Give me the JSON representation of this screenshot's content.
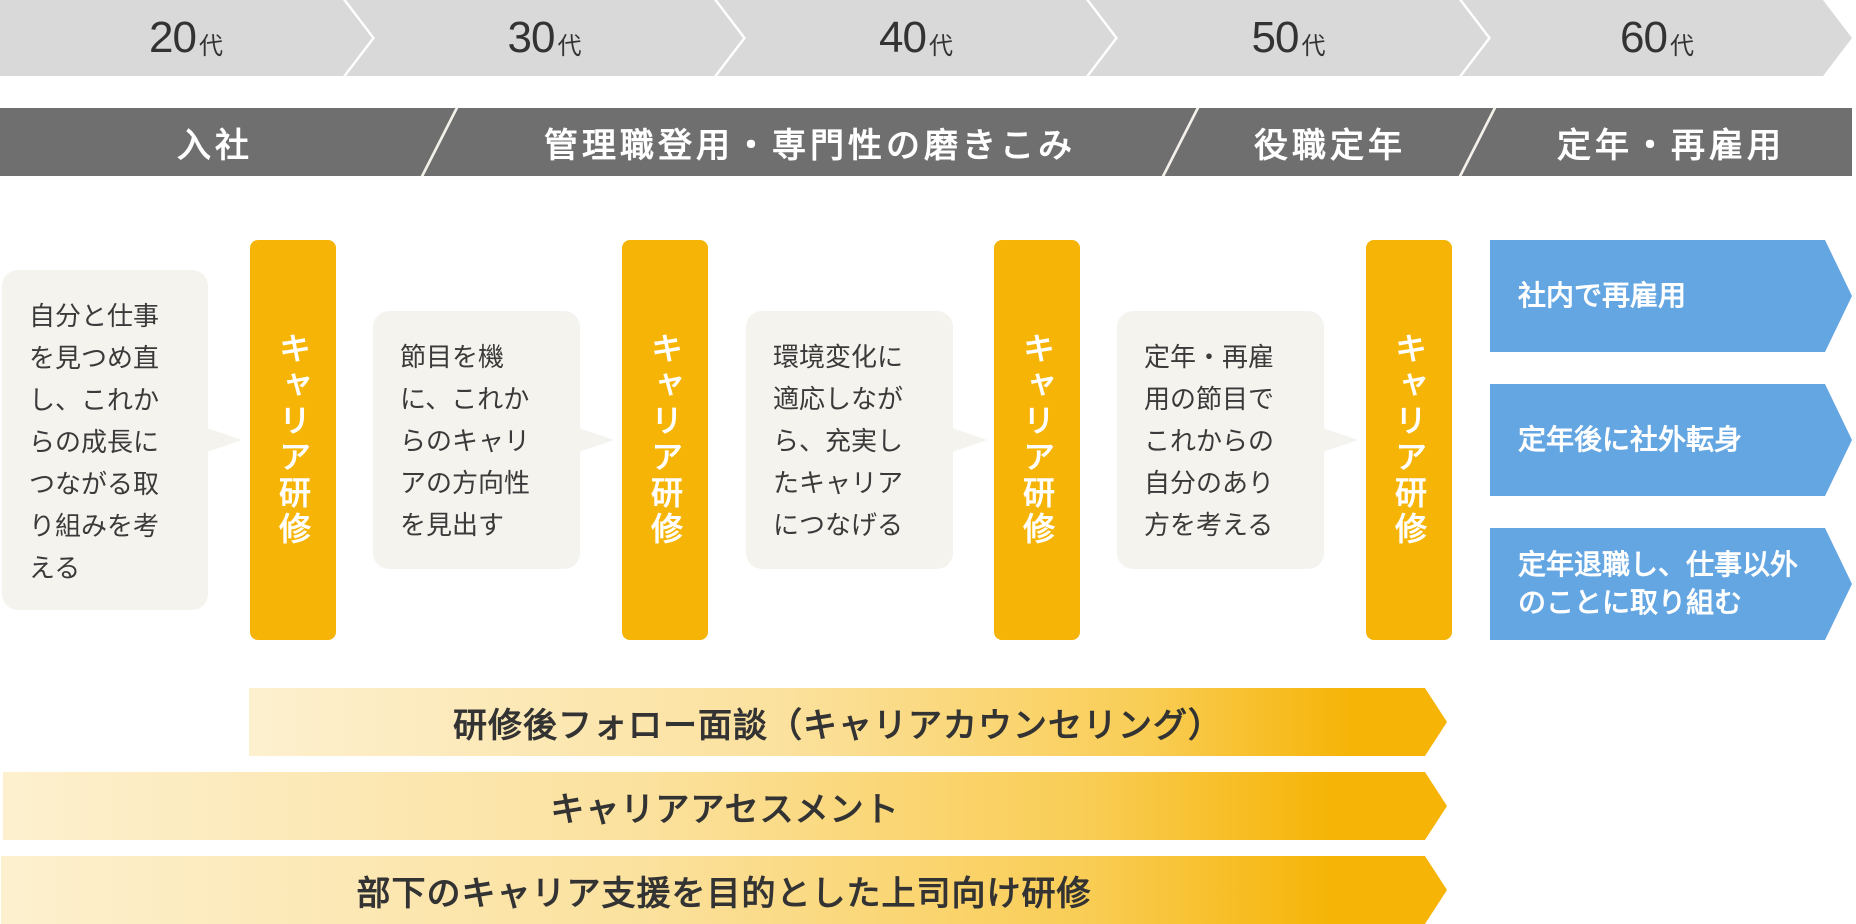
{
  "colors": {
    "age_band": "#d9d9d9",
    "stage_band": "#6f6f6f",
    "bubble": "#f5f3ee",
    "training": "#f6b407",
    "outcome": "#64a6e2",
    "text_dark": "#333333"
  },
  "ages": [
    {
      "num": "20",
      "suffix": "代"
    },
    {
      "num": "30",
      "suffix": "代"
    },
    {
      "num": "40",
      "suffix": "代"
    },
    {
      "num": "50",
      "suffix": "代"
    },
    {
      "num": "60",
      "suffix": "代"
    }
  ],
  "stages": [
    {
      "label": "入社"
    },
    {
      "label": "管理職登用・専門性の磨きこみ"
    },
    {
      "label": "役職定年"
    },
    {
      "label": "定年・再雇用"
    }
  ],
  "bubbles": [
    {
      "lines": [
        "自分と仕事",
        "を見つめ直",
        "し、これか",
        "らの成長に",
        "つながる取",
        "り組みを考",
        "える"
      ]
    },
    {
      "lines": [
        "節目を機",
        "に、これか",
        "らのキャリ",
        "アの方向性",
        "を見出す"
      ]
    },
    {
      "lines": [
        "環境変化に",
        "適応しなが",
        "ら、充実し",
        "たキャリア",
        "につなげる"
      ]
    },
    {
      "lines": [
        "定年・再雇",
        "用の節目で",
        "これからの",
        "自分のあり",
        "方を考える"
      ]
    }
  ],
  "training": {
    "label": "キャリア研修"
  },
  "outcomes": [
    {
      "lines": [
        "社内で再雇用"
      ]
    },
    {
      "lines": [
        "定年後に社外転身"
      ]
    },
    {
      "lines": [
        "定年退職し、仕事以外",
        "のことに取り組む"
      ]
    }
  ],
  "support_programs": [
    {
      "label": "研修後フォロー面談（キャリアカウンセリング）"
    },
    {
      "label": "キャリアアセスメント"
    },
    {
      "label": "部下のキャリア支援を目的とした上司向け研修"
    }
  ]
}
